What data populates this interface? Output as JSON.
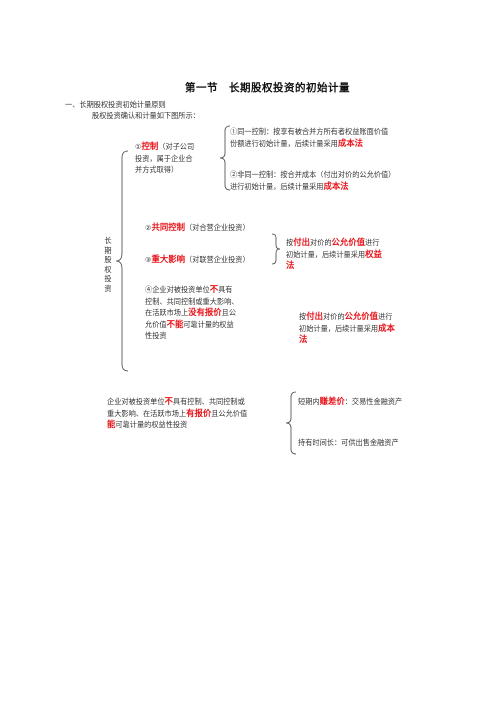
{
  "title": "第一节　长期股权投资的初始计量",
  "section_heading": "一、长期股权投资初始计量原则",
  "intro": "股权投资确认和计量如下图所示：",
  "side_label": "长期股权投资",
  "control": {
    "num": "①",
    "key": "控制",
    "rest_line1": "（对子公司",
    "line2": "投资，属于企业合",
    "line3": "并方式取得）"
  },
  "same_control": {
    "line1": "①同一控制：按享有被合并方所有者权益账面价值",
    "line2_pre": "份额进行初始计量，后续计量采用",
    "line2_key": "成本法"
  },
  "diff_control": {
    "line1": "②非同一控制：按合并成本（付出对价的公允价值）",
    "line2_pre": "进行初始计量，后续计量采用",
    "line2_key": "成本法"
  },
  "joint": {
    "num": "②",
    "key": "共同控制",
    "rest": "（对合营企业投资）"
  },
  "significant": {
    "num": "③",
    "key": "重大影响",
    "rest": "（对联营企业投资）"
  },
  "equity_rule": {
    "p1": "按",
    "k1": "付出",
    "p2": "对价的",
    "k2": "公允价值",
    "p3": "进行",
    "line2_pre": "初始计量，后续计量采用",
    "line2_key": "权益",
    "line3_key": "法"
  },
  "item4": {
    "l1_pre": "④企业对被投资单位",
    "l1_key": "不",
    "l1_post": "具有",
    "l2": "控制、共同控制或重大影响、",
    "l3_pre": "在活跃市场上",
    "l3_key": "没有报价",
    "l3_post": "且公",
    "l4_pre": "允价值",
    "l4_key": "不能",
    "l4_post": "可靠计量的权益",
    "l5": "性投资"
  },
  "cost_rule": {
    "p1": "按",
    "k1": "付出",
    "p2": "对价的",
    "k2": "公允价值",
    "p3": "进行",
    "line2_pre": "初始计量，后续计量采用",
    "line2_key": "成本",
    "line3_key": "法"
  },
  "bottom_left": {
    "l1_pre": "企业对被投资单位",
    "l1_key": "不",
    "l1_post": "具有控制、共同控制或",
    "l2_pre": "重大影响、在活跃市场上",
    "l2_key": "有报价",
    "l2_post": "且公允价值",
    "l3_key": "能",
    "l3_post": "可靠计量的权益性投资"
  },
  "short_term": {
    "pre": "短期内",
    "key": "赚差价",
    "post": "：交易性金融资产"
  },
  "hold_term": "持有时间长：可供出售金融资产"
}
